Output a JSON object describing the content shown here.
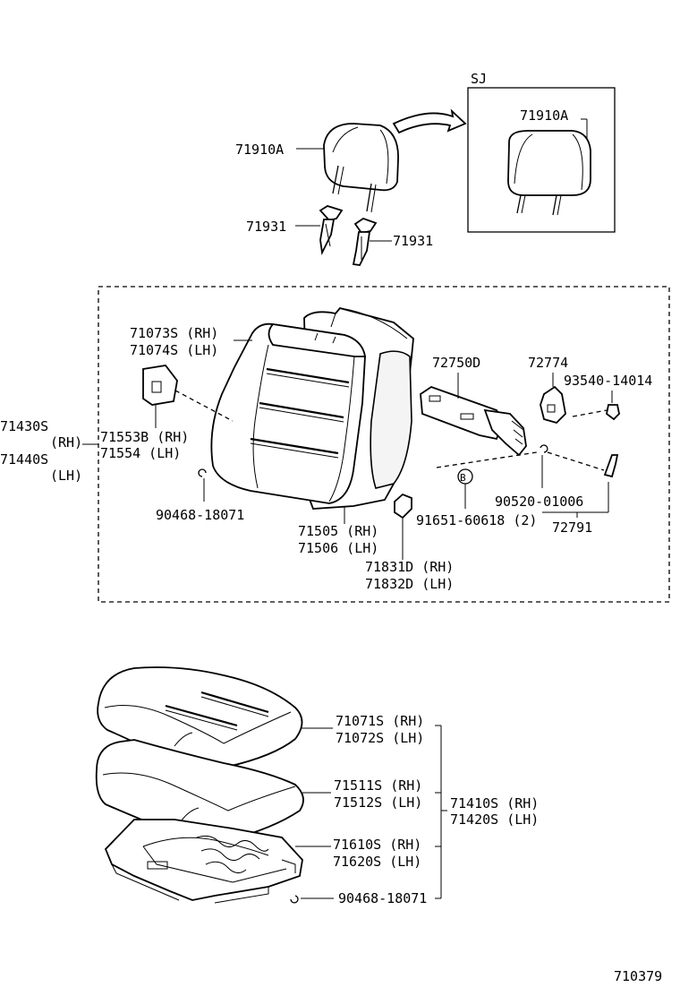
{
  "diagram_number": "710379",
  "inset": {
    "label": "SJ",
    "part": "71910A"
  },
  "headrest": {
    "part": "71910A",
    "support_left": "71931",
    "support_right": "71931"
  },
  "seatback_group": {
    "assy_rh": "71430S",
    "assy_rh_side": "(RH)",
    "assy_lh": "71440S",
    "assy_lh_side": "(LH)",
    "cover_rh": "71073S (RH)",
    "cover_lh": "71074S (LH)",
    "board_rh": "71553B (RH)",
    "board_lh": "71554  (LH)",
    "clip": "90468-18071",
    "pad_rh": "71505 (RH)",
    "pad_lh": "71506 (LH)",
    "guide_rh": "71831D (RH)",
    "guide_lh": "71832D (LH)",
    "lever": "72750D",
    "hinge": "72774",
    "screw": "93540-14014",
    "bolt": "91651-60618 (2)",
    "bolt_marker": "B",
    "ring": "90520-01006",
    "cable": "72791"
  },
  "cushion_group": {
    "cover_rh": "71071S (RH)",
    "cover_lh": "71072S (LH)",
    "pad_rh": "71511S (RH)",
    "pad_lh": "71512S (LH)",
    "spring_rh": "71610S (RH)",
    "spring_lh": "71620S (LH)",
    "clip": "90468-18071",
    "assy_rh": "71410S (RH)",
    "assy_lh": "71420S (LH)"
  }
}
